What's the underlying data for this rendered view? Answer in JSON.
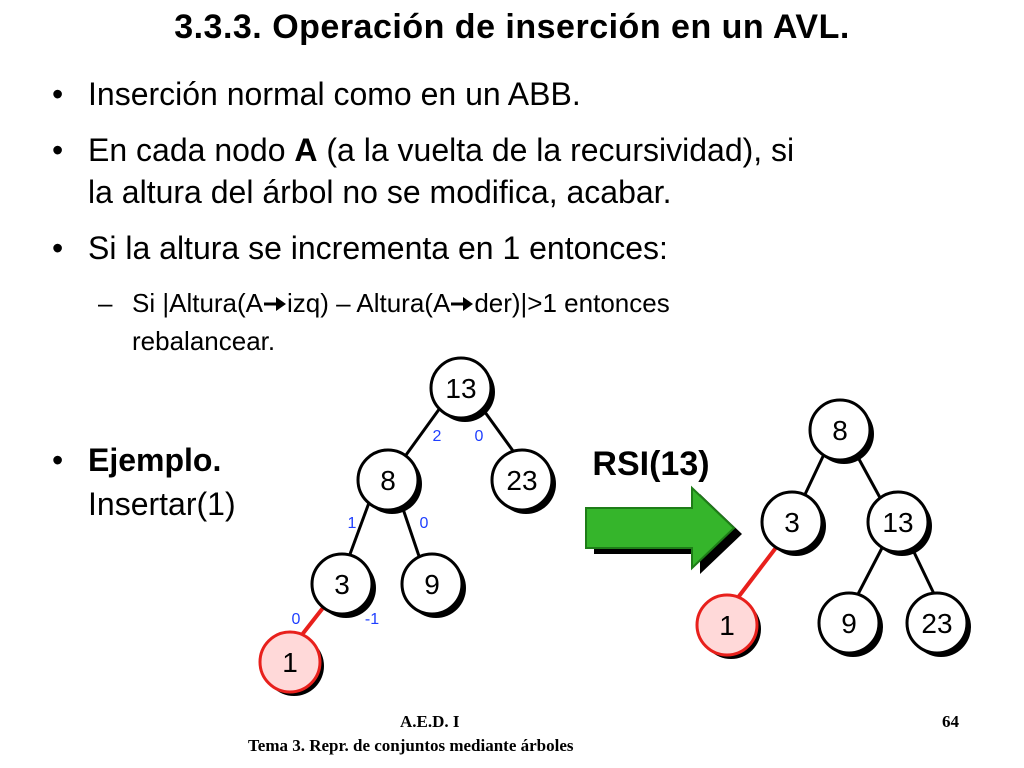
{
  "slide": {
    "title": "3.3.3. Operación de inserción en un AVL.",
    "bullets": {
      "b1": "Inserción normal como en un ABB.",
      "b2_line1_pre": "En cada nodo ",
      "b2_bold": "A",
      "b2_line1_post": " (a la vuelta de la recursividad), si",
      "b2_line2": "la altura del árbol no se modifica, acabar.",
      "b3": "Si la altura se incrementa en 1 entonces:",
      "sub_part1": "Si |Altura(A",
      "sub_part2": "izq) – Altura(A",
      "sub_part3": "der)|>1 entonces",
      "sub_line2": "rebalancear.",
      "b4_bold": "Ejemplo.",
      "b4_line2": "Insertar(1)"
    },
    "bullet_symbol": "•",
    "dash_symbol": "–",
    "rotation_label": "RSI(13)",
    "footer": {
      "course": "A.E.D. I",
      "subtitle": "Tema 3. Repr. de conjuntos mediante árboles",
      "page": "64"
    }
  },
  "tree_before": {
    "nodes": {
      "n13": "13",
      "n8": "8",
      "n23": "23",
      "n3": "3",
      "n9": "9",
      "n1": "1"
    },
    "heights": {
      "h13_left": "2",
      "h13_right": "0",
      "h8_left": "1",
      "h8_right": "0",
      "h3_left": "0",
      "h3_right": "-1"
    },
    "inserted_node": "1"
  },
  "tree_after": {
    "nodes": {
      "n8": "8",
      "n3": "3",
      "n13": "13",
      "n1": "1",
      "n9": "9",
      "n23": "23"
    },
    "inserted_node": "1"
  },
  "colors": {
    "height_label": "#1f3fff",
    "inserted_edge": "#e8201c",
    "inserted_fill": "#ffd9d9",
    "arrow_fill": "#35b52b"
  }
}
